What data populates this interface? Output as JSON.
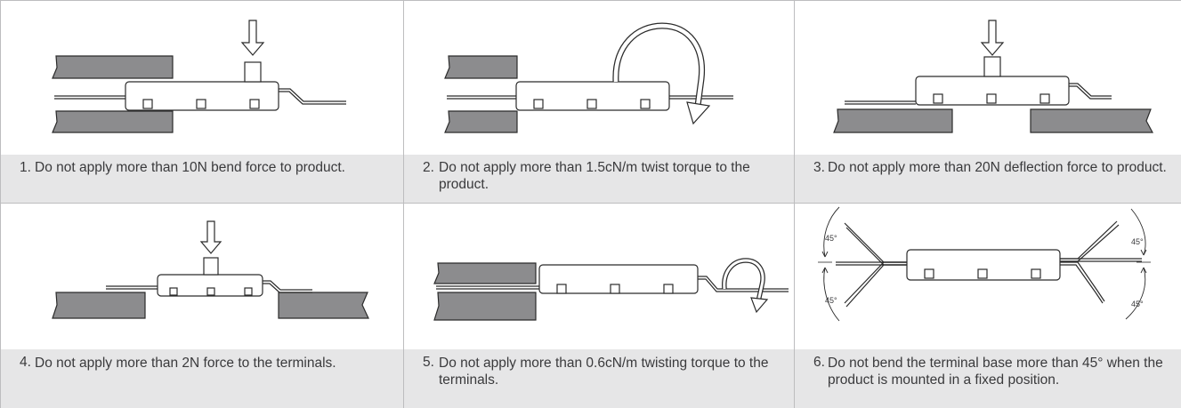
{
  "panels": [
    {
      "number": "1.",
      "text": "Do not apply more than 10N bend force to product."
    },
    {
      "number": "2.",
      "text": "Do not apply more than 1.5cN/m twist torque to the product."
    },
    {
      "number": "3.",
      "text": "Do not apply more than 20N deflection force to product."
    },
    {
      "number": "4.",
      "text": "Do not apply more than 2N force to the terminals."
    },
    {
      "number": "5.",
      "text": "Do not apply more than 0.6cN/m twisting torque to the terminals."
    },
    {
      "number": "6.",
      "text": "Do not bend the terminal base more than 45° when the product is mounted in a fixed position."
    }
  ],
  "angle_labels": [
    "45°",
    "45°",
    "45°",
    "45°"
  ],
  "colors": {
    "caption_bg": "#e6e6e7",
    "block_fill": "#8c8c8e",
    "line": "#2b2b2b",
    "grid": "#bdbdbf"
  }
}
